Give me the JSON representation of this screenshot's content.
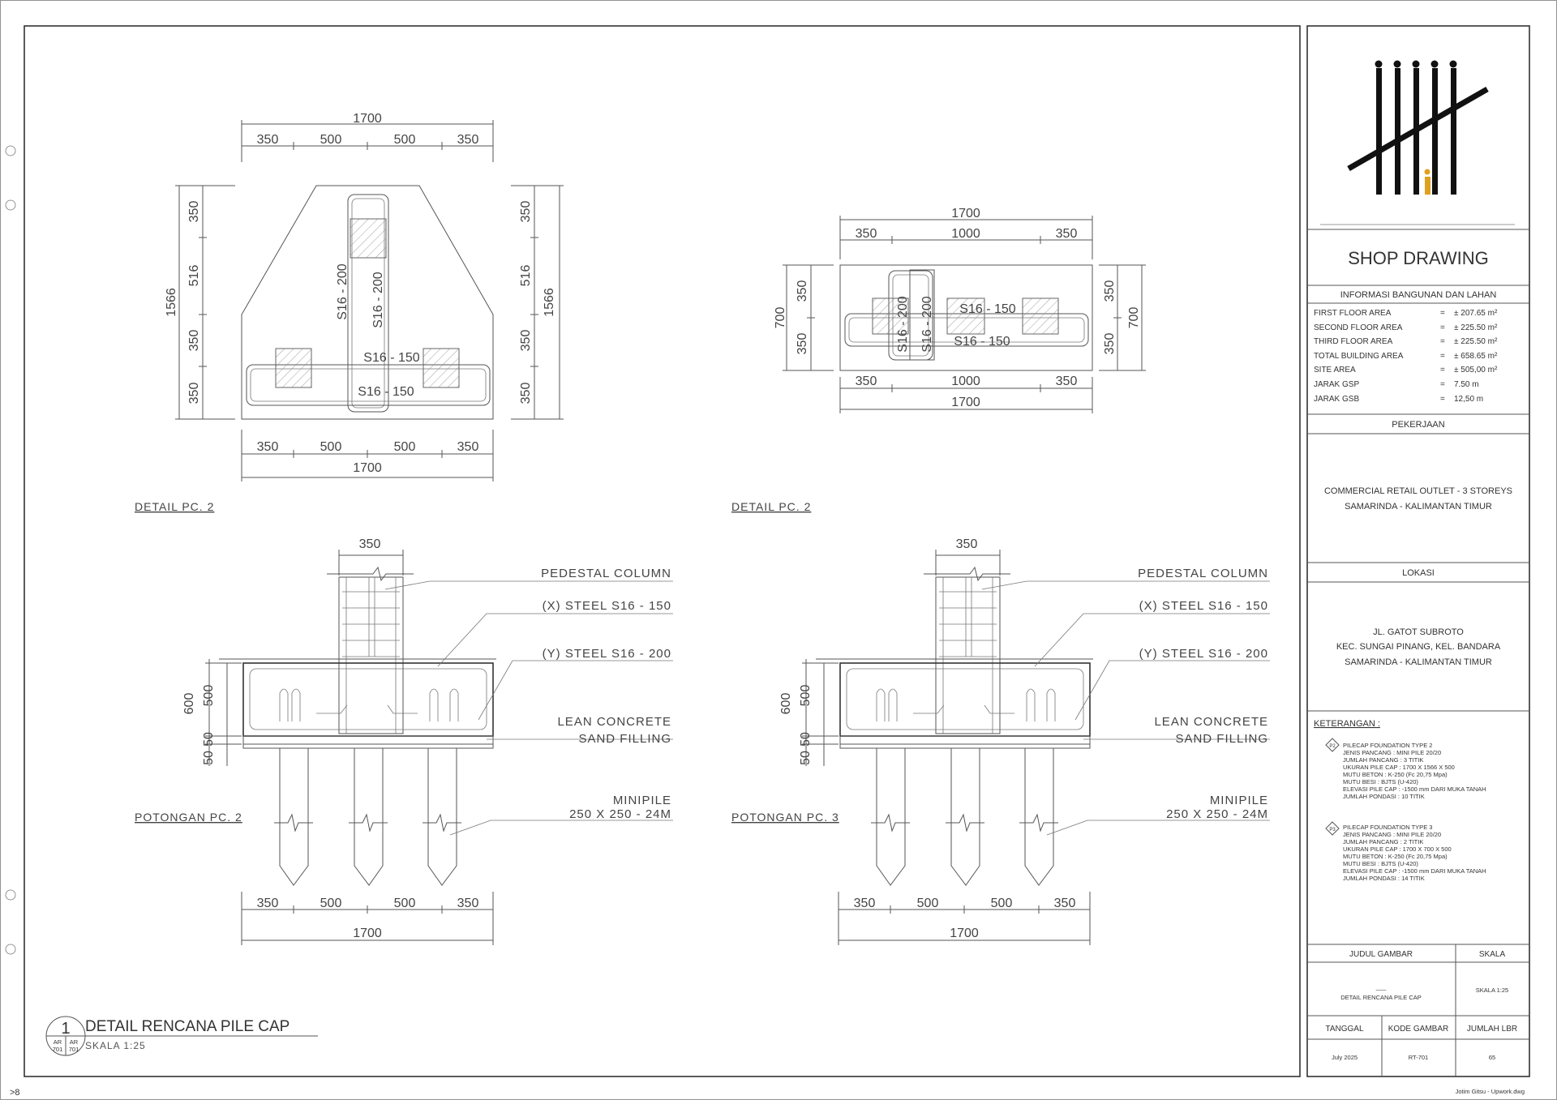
{
  "drawing": {
    "top_left": {
      "overall": "1700",
      "top_segments": [
        "350",
        "500",
        "500",
        "350"
      ],
      "left_overall": "1566",
      "left_segments": [
        "350",
        "516",
        "350",
        "350"
      ],
      "right_overall": "1566",
      "right_segments": [
        "350",
        "516",
        "350",
        "350"
      ],
      "bottom_segments": [
        "350",
        "500",
        "500",
        "350"
      ],
      "bottom_overall": "1700",
      "rebar_v1": "S16 - 200",
      "rebar_v2": "S16 - 200",
      "rebar_h1": "S16 - 150",
      "rebar_h2": "S16 - 150",
      "caption": "DETAIL PC. 2"
    },
    "top_right": {
      "overall_top": "1700",
      "top_segments": [
        "350",
        "1000",
        "350"
      ],
      "left_overall": "700",
      "left_segments": [
        "350",
        "350"
      ],
      "right_overall": "700",
      "right_segments": [
        "350",
        "350"
      ],
      "bottom_segments": [
        "350",
        "1000",
        "350"
      ],
      "bottom_overall": "1700",
      "rebar_v1": "S16 - 200",
      "rebar_v2": "S16 - 200",
      "rebar_h1": "S16 - 150",
      "rebar_h2": "S16 - 150",
      "caption": "DETAIL PC. 2"
    },
    "section_left": {
      "column_width": "350",
      "labels": [
        "PEDESTAL COLUMN",
        "(X) STEEL S16 - 150",
        "(Y) STEEL S16 - 200",
        "LEAN CONCRETE",
        "SAND FILLING",
        "MINIPILE",
        "250 X 250 - 24M"
      ],
      "left_dims": [
        "600",
        "500",
        "50",
        "50"
      ],
      "bottom_segments": [
        "350",
        "500",
        "500",
        "350"
      ],
      "bottom_overall": "1700",
      "caption": "POTONGAN PC. 2"
    },
    "section_right": {
      "column_width": "350",
      "labels": [
        "PEDESTAL COLUMN",
        "(X) STEEL S16 - 150",
        "(Y) STEEL S16 - 200",
        "LEAN CONCRETE",
        "SAND FILLING",
        "MINIPILE",
        "250 X 250 - 24M"
      ],
      "left_dims": [
        "600",
        "500",
        "50",
        "50"
      ],
      "bottom_segments": [
        "350",
        "500",
        "500",
        "350"
      ],
      "bottom_overall": "1700",
      "caption": "POTONGAN PC. 3"
    },
    "title_block_main": {
      "number": "1",
      "ref_a": "AR",
      "ref_a2": "701",
      "ref_b": "AR",
      "ref_b2": "701",
      "title": "DETAIL RENCANA PILE CAP",
      "scale": "SKALA 1:25"
    },
    "footer_left": ">8",
    "footer_right": "Jotim Gitsu - Upwork.dwg"
  },
  "title_block": {
    "sheet_title": "SHOP DRAWING",
    "info_header": "INFORMASI BANGUNAN DAN LAHAN",
    "info_rows": [
      {
        "label": "FIRST FLOOR AREA",
        "eq": "=",
        "value": "± 207.65 m²"
      },
      {
        "label": "SECOND FLOOR AREA",
        "eq": "=",
        "value": "± 225.50 m²"
      },
      {
        "label": "THIRD FLOOR AREA",
        "eq": "=",
        "value": "± 225.50 m²"
      },
      {
        "label": "TOTAL BUILDING AREA",
        "eq": "=",
        "value": "± 658.65 m²"
      },
      {
        "label": "SITE AREA",
        "eq": "=",
        "value": "± 505,00 m²"
      },
      {
        "label": "JARAK GSP",
        "eq": "=",
        "value": "7.50 m"
      },
      {
        "label": "JARAK GSB",
        "eq": "=",
        "value": "12,50 m"
      }
    ],
    "pekerjaan_header": "PEKERJAAN",
    "pekerjaan_lines": [
      "COMMERCIAL RETAIL OUTLET - 3 STOREYS",
      "SAMARINDA - KALIMANTAN TIMUR"
    ],
    "lokasi_header": "LOKASI",
    "lokasi_lines": [
      "JL. GATOT SUBROTO",
      "KEC. SUNGAI PINANG, KEL. BANDARA",
      "SAMARINDA - KALIMANTAN TIMUR"
    ],
    "keterangan_header": "KETERANGAN :",
    "notes_1": {
      "tag": "P2",
      "lines": [
        "PILECAP FOUNDATION TYPE 2",
        "JENIS PANCANG    : MINI PILE 20/20",
        "JUMLAH PANCANG  : 3 TITIK",
        "UKURAN PILE CAP : 1700 X 1566 X 500",
        "MUTU BETON        : K-250 (Fc 20,75 Mpa)",
        "MUTU BESI           : BJTS (U-420)",
        "ELEVASI PILE CAP : -1500 mm DARI MUKA TANAH",
        "JUMLAH PONDASI  : 10 TITIK"
      ]
    },
    "notes_2": {
      "tag": "P3",
      "lines": [
        "PILECAP FOUNDATION TYPE 3",
        "JENIS PANCANG    : MINI PILE 20/20",
        "JUMLAH PANCANG  : 2 TITIK",
        "UKURAN PILE CAP : 1700 X 700 X 500",
        "MUTU BETON        : K-250 (Fc 20,75 Mpa)",
        "MUTU BESI           : BJTS (U-420)",
        "ELEVASI PILE CAP : -1500 mm DARI MUKA TANAH",
        "JUMLAH PONDASI  : 14 TITIK"
      ]
    },
    "judul_header": "JUDUL GAMBAR",
    "skala_header": "SKALA",
    "judul_dash": "___",
    "judul_value": "DETAIL RENCANA PILE CAP",
    "skala_value": "SKALA 1:25",
    "tanggal_header": "TANGGAL",
    "kode_header": "KODE GAMBAR",
    "jumlah_header": "JUMLAH LBR",
    "tanggal_value": "July 2025",
    "kode_value": "RT-701",
    "jumlah_value": "65"
  },
  "colors": {
    "line": "#555555",
    "logo": "#111111",
    "accent": "#e0a020"
  }
}
